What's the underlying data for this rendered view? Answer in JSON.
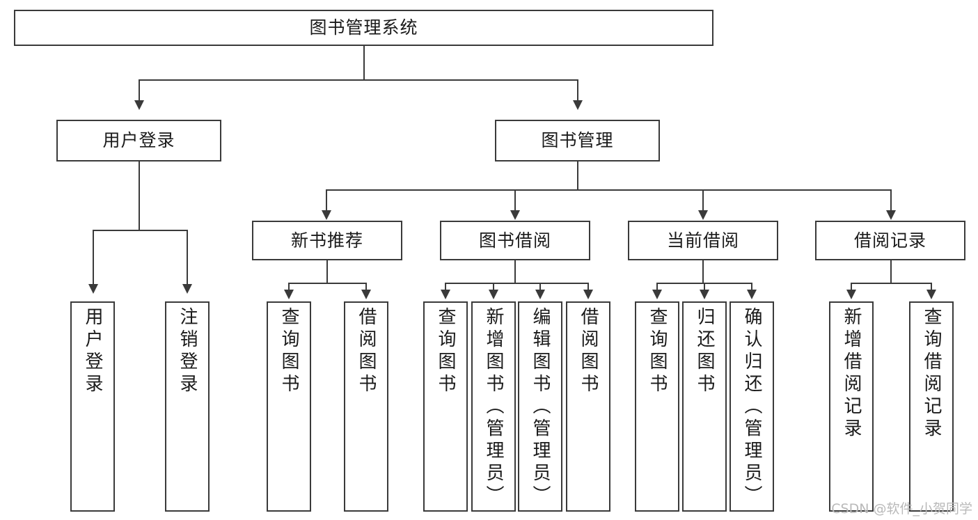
{
  "diagram": {
    "title": "图书管理系统",
    "type": "tree",
    "watermark": "CSDN @软件_小贺同学",
    "colors": {
      "line": "#3a3a3a",
      "box_fill": "#ffffff",
      "text": "#1a1a1a",
      "watermark": "#b9b9b9",
      "background": "#ffffff"
    },
    "root": {
      "label": "图书管理系统"
    },
    "level2": [
      {
        "label": "用户登录"
      },
      {
        "label": "图书管理"
      }
    ],
    "level3": [
      {
        "label": "新书推荐"
      },
      {
        "label": "图书借阅"
      },
      {
        "label": "当前借阅"
      },
      {
        "label": "借阅记录"
      }
    ],
    "leaves": {
      "user_login": [
        {
          "label": "用户登录"
        },
        {
          "label": "注销登录"
        }
      ],
      "new_book_recommend": [
        {
          "label": "查询图书"
        },
        {
          "label": "借阅图书"
        }
      ],
      "book_borrow": [
        {
          "label": "查询图书"
        },
        {
          "label": "新增图书（管理员）"
        },
        {
          "label": "编辑图书（管理员）"
        },
        {
          "label": "借阅图书"
        }
      ],
      "current_borrow": [
        {
          "label": "查询图书"
        },
        {
          "label": "归还图书"
        },
        {
          "label": "确认归还（管理员）"
        }
      ],
      "borrow_record": [
        {
          "label": "新增借阅记录"
        },
        {
          "label": "查询借阅记录"
        }
      ]
    }
  }
}
